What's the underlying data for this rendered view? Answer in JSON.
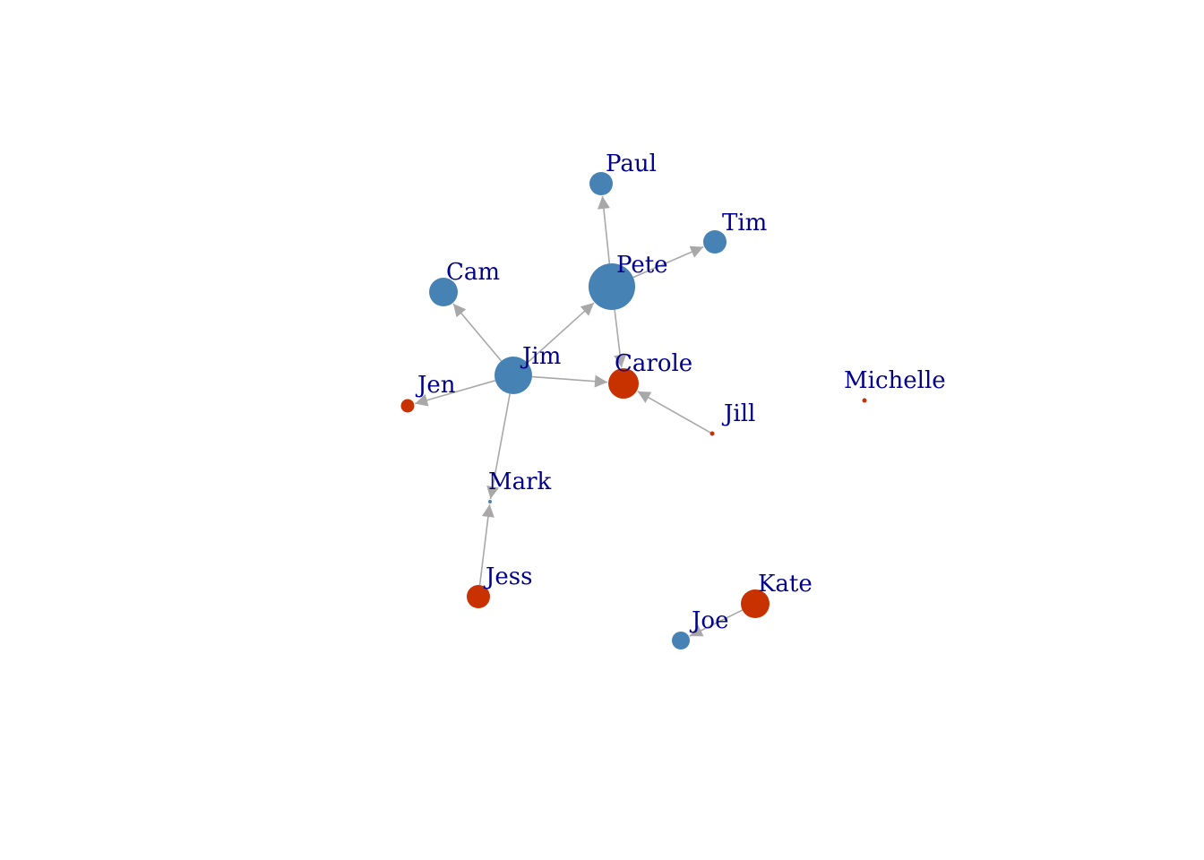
{
  "colors": {
    "male": "#4682B4",
    "female": "#C83200",
    "edge": "#A8A8A8",
    "label": "#00008B",
    "background": "#FFFFFF"
  },
  "nodes": [
    {
      "id": "paul",
      "label": "Paul",
      "group": "male"
    },
    {
      "id": "tim",
      "label": "Tim",
      "group": "male"
    },
    {
      "id": "pete",
      "label": "Pete",
      "group": "male"
    },
    {
      "id": "cam",
      "label": "Cam",
      "group": "male"
    },
    {
      "id": "jim",
      "label": "Jim",
      "group": "male"
    },
    {
      "id": "carole",
      "label": "Carole",
      "group": "female"
    },
    {
      "id": "jen",
      "label": "Jen",
      "group": "female"
    },
    {
      "id": "jill",
      "label": "Jill",
      "group": "female"
    },
    {
      "id": "michelle",
      "label": "Michelle",
      "group": "female"
    },
    {
      "id": "mark",
      "label": "Mark",
      "group": "male"
    },
    {
      "id": "jess",
      "label": "Jess",
      "group": "female"
    },
    {
      "id": "kate",
      "label": "Kate",
      "group": "female"
    },
    {
      "id": "joe",
      "label": "Joe",
      "group": "male"
    }
  ],
  "edges": [
    {
      "from": "pete",
      "to": "paul"
    },
    {
      "from": "pete",
      "to": "tim"
    },
    {
      "from": "pete",
      "to": "carole"
    },
    {
      "from": "jim",
      "to": "pete"
    },
    {
      "from": "jim",
      "to": "cam"
    },
    {
      "from": "jim",
      "to": "carole"
    },
    {
      "from": "jim",
      "to": "jen"
    },
    {
      "from": "jim",
      "to": "mark"
    },
    {
      "from": "jill",
      "to": "carole"
    },
    {
      "from": "jess",
      "to": "mark"
    },
    {
      "from": "kate",
      "to": "joe"
    }
  ]
}
